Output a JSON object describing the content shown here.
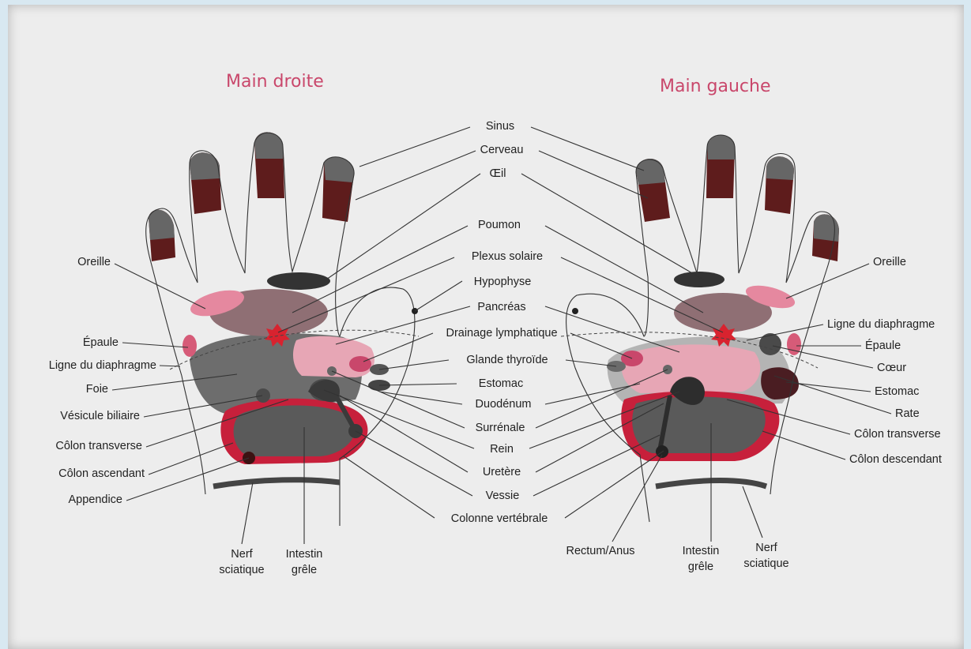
{
  "titles": {
    "right_hand": "Main droite",
    "left_hand": "Main gauche"
  },
  "center_labels": [
    "Sinus",
    "Cerveau",
    "Œil",
    "Poumon",
    "Plexus solaire",
    "Hypophyse",
    "Pancréas",
    "Drainage lymphatique",
    "Glande thyroïde",
    "Estomac",
    "Duodénum",
    "Surrénale",
    "Rein",
    "Uretère",
    "Vessie",
    "Colonne vertébrale"
  ],
  "left_labels": [
    "Oreille",
    "Épaule",
    "Ligne du diaphragme",
    "Foie",
    "Vésicule biliaire",
    "Côlon transverse",
    "Côlon ascendant",
    "Appendice"
  ],
  "right_labels": [
    "Oreille",
    "Ligne du diaphragme",
    "Épaule",
    "Cœur",
    "Estomac",
    "Rate",
    "Côlon transverse",
    "Côlon descendant"
  ],
  "bottom_left": {
    "nerf": [
      "Nerf",
      "sciatique"
    ],
    "intestin": [
      "Intestin",
      "grêle"
    ]
  },
  "bottom_right": {
    "rectum": "Rectum/Anus",
    "intestin": [
      "Intestin",
      "grêle"
    ],
    "nerf": [
      "Nerf",
      "sciatique"
    ]
  },
  "colors": {
    "title": "#c9476b",
    "dark_red": "#5e1c1c",
    "grey_dark": "#4a4a4a",
    "grey_mid": "#6b6b6b",
    "pink": "#e7a6b5",
    "red": "#c7203b",
    "flower": "#d8232f"
  }
}
